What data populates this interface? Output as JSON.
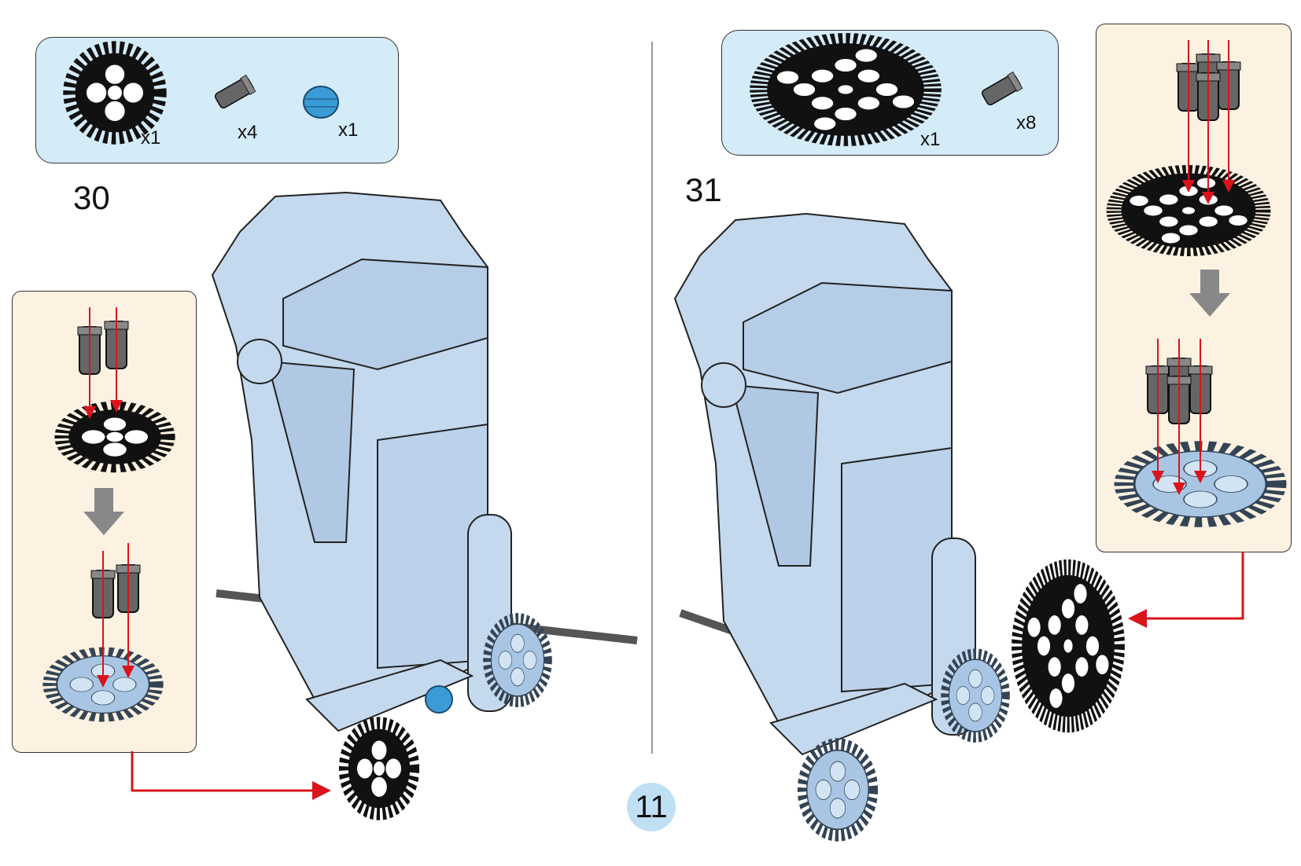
{
  "page_number": "11",
  "steps": [
    {
      "number": "30",
      "parts": [
        {
          "icon": "gear-24-tooth-black-icon",
          "qty": "x1"
        },
        {
          "icon": "friction-pin-gray-icon",
          "qty": "x4"
        },
        {
          "icon": "bush-blue-icon",
          "qty": "x1"
        }
      ]
    },
    {
      "number": "31",
      "parts": [
        {
          "icon": "gear-40-tooth-black-icon",
          "qty": "x1"
        },
        {
          "icon": "friction-pin-gray-icon",
          "qty": "x8"
        }
      ]
    }
  ],
  "colors": {
    "parts_bg": "#d4ebf8",
    "subassembly_bg": "#fdf2e1",
    "model": "#c4d8ee",
    "arrow": "#d9141b",
    "page_circle": "#bfe0f4"
  }
}
